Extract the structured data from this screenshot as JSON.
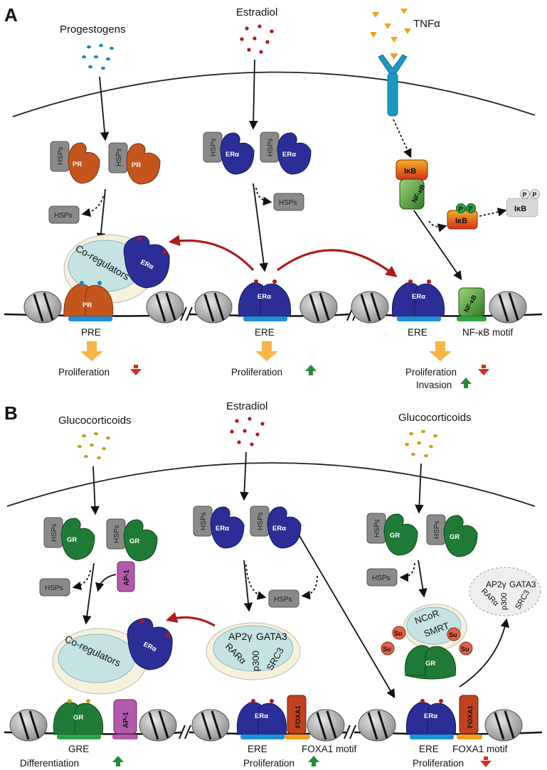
{
  "panels": [
    {
      "letter": "A"
    },
    {
      "letter": "B"
    }
  ],
  "panelA": {
    "ligands": {
      "progestogens": "Progestogens",
      "estradiol": "Estradiol",
      "tnf": "TNFα"
    },
    "proteins": {
      "pr": "PR",
      "era": "ERα",
      "hsps": "HSPs",
      "ikb": "IκB",
      "nfkb": "NF-κB",
      "p": "P",
      "coregulators": "Co-regulators"
    },
    "dna": {
      "pre": "PRE",
      "ere": "ERE",
      "nfkb_motif": "NF-κB motif"
    },
    "outcomes": {
      "left": "Proliferation",
      "middle": "Proliferation",
      "right1": "Proliferation",
      "right2": "Invasion"
    },
    "outcome_arrows": [
      "down",
      "up",
      "down",
      "up"
    ]
  },
  "panelB": {
    "ligands": {
      "gc_left": "Glucocorticoids",
      "estradiol": "Estradiol",
      "gc_right": "Glucocorticoids"
    },
    "proteins": {
      "gr": "GR",
      "era": "ERα",
      "hsps": "HSPs",
      "ap1": "AP-1",
      "foxa1": "FOXA1",
      "su": "Su",
      "coregulators": "Co-regulators",
      "ap2y": "AP2γ",
      "gata3": "GATA3",
      "rara": "RARα",
      "p300": "p300",
      "src3": "SRC3",
      "ncor": "NCoR",
      "smrt": "SMRT"
    },
    "dna": {
      "gre": "GRE",
      "ere": "ERE",
      "foxa1_motif": "FOXA1 motif"
    },
    "outcomes": {
      "left": "Differentiation",
      "middle": "Proliferation",
      "right": "Proliferation"
    },
    "outcome_arrows": [
      "up",
      "up",
      "down"
    ]
  },
  "colors": {
    "pr": "#c4551c",
    "era": "#2a2e96",
    "gr": "#1f7a35",
    "hsps": "#8a8a8a",
    "ikb_top": "#e8a21a",
    "ikb_bottom": "#d9301c",
    "nfkb": "#4b9a2c",
    "tnf_receptor": "#1b97c4",
    "ap1": "#b25aab",
    "foxa1": "#c2411f",
    "coreg": "#c5e3e3",
    "coreg_bg": "#f6f1dc",
    "su": "#e06048",
    "dna_blue": "#1f8fd6",
    "dna_green": "#2fa34a",
    "arrow_out": "#f5b547",
    "up": "#2a8a3a",
    "down": "#d62b1f",
    "red_arrow": "#b01a1a"
  }
}
